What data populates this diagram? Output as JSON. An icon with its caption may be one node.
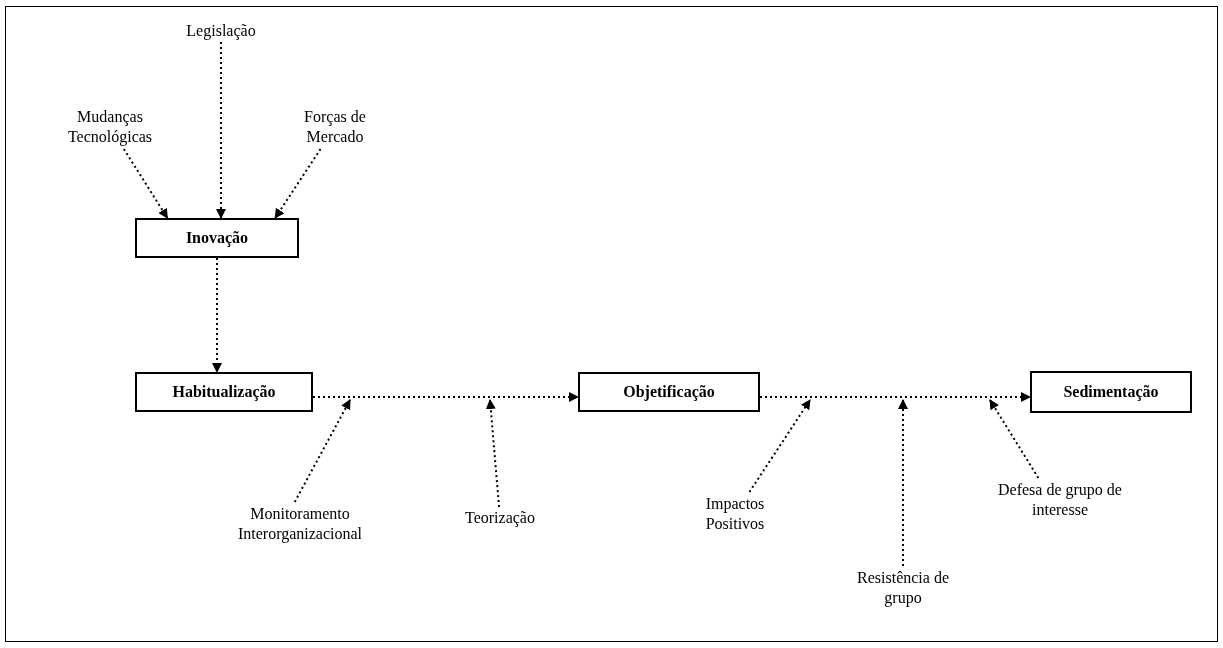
{
  "diagram": {
    "nodes": [
      {
        "text": [
          "Mudanças Tecnológicas"
        ]
      },
      {
        "text": [
          "Legislação"
        ]
      },
      {
        "text": [
          "Forças de Mercado"
        ]
      },
      {
        "text": [
          "Inovação"
        ]
      },
      {
        "text": [
          "Habitualização"
        ]
      },
      {
        "text": [
          "Objetificação"
        ]
      },
      {
        "text": [
          "Sedimentação"
        ]
      },
      {
        "text": [
          "Monitoramento Interorganizacional"
        ]
      },
      {
        "text": [
          "Teorização"
        ]
      },
      {
        "text": [
          "Impactos Positivos"
        ]
      },
      {
        "text": [
          "Resistência de grupo"
        ]
      },
      {
        "text": [
          "Defesa de grupo de interesse"
        ]
      }
    ],
    "edges": [
      {
        "from": 0,
        "to": 3,
        "arrow": "to",
        "style": "dashed"
      },
      {
        "from": 1,
        "to": 3,
        "arrow": "to",
        "style": "dashed"
      },
      {
        "from": 2,
        "to": 3,
        "arrow": "to",
        "style": "dashed"
      },
      {
        "from": 3,
        "to": 4,
        "arrow": "to",
        "style": "dashed"
      },
      {
        "from": 4,
        "to": 5,
        "arrow": "to",
        "style": "dashed"
      },
      {
        "from": 5,
        "to": 6,
        "arrow": "to",
        "style": "dashed"
      },
      {
        "from": 7,
        "to": null,
        "arrow": "to",
        "style": "dashed"
      },
      {
        "from": 8,
        "to": null,
        "arrow": "to",
        "style": "dashed"
      },
      {
        "from": 9,
        "to": null,
        "arrow": "to",
        "style": "dashed"
      },
      {
        "from": 10,
        "to": null,
        "arrow": "to",
        "style": "dashed"
      },
      {
        "from": 11,
        "to": null,
        "arrow": "to",
        "style": "dashed"
      }
    ]
  }
}
